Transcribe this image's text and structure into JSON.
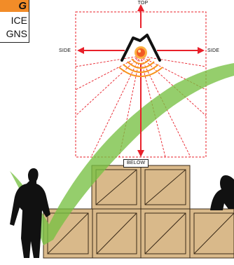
{
  "sign": {
    "heading": "G",
    "line1": "ICE",
    "line2": "GNS",
    "heading_color": "#f28c28"
  },
  "labels": {
    "top": "TOP",
    "side_left": "SIDE",
    "side_right": "SIDE",
    "below": "BELOW"
  },
  "colors": {
    "arrow": "#e8202a",
    "checkmark": "#77c043",
    "crate": "#d9b98a",
    "crate_edge": "#3a2a18",
    "silhouette": "#111111",
    "sensor_core": "#f15a24",
    "waves": "#f7941d"
  }
}
